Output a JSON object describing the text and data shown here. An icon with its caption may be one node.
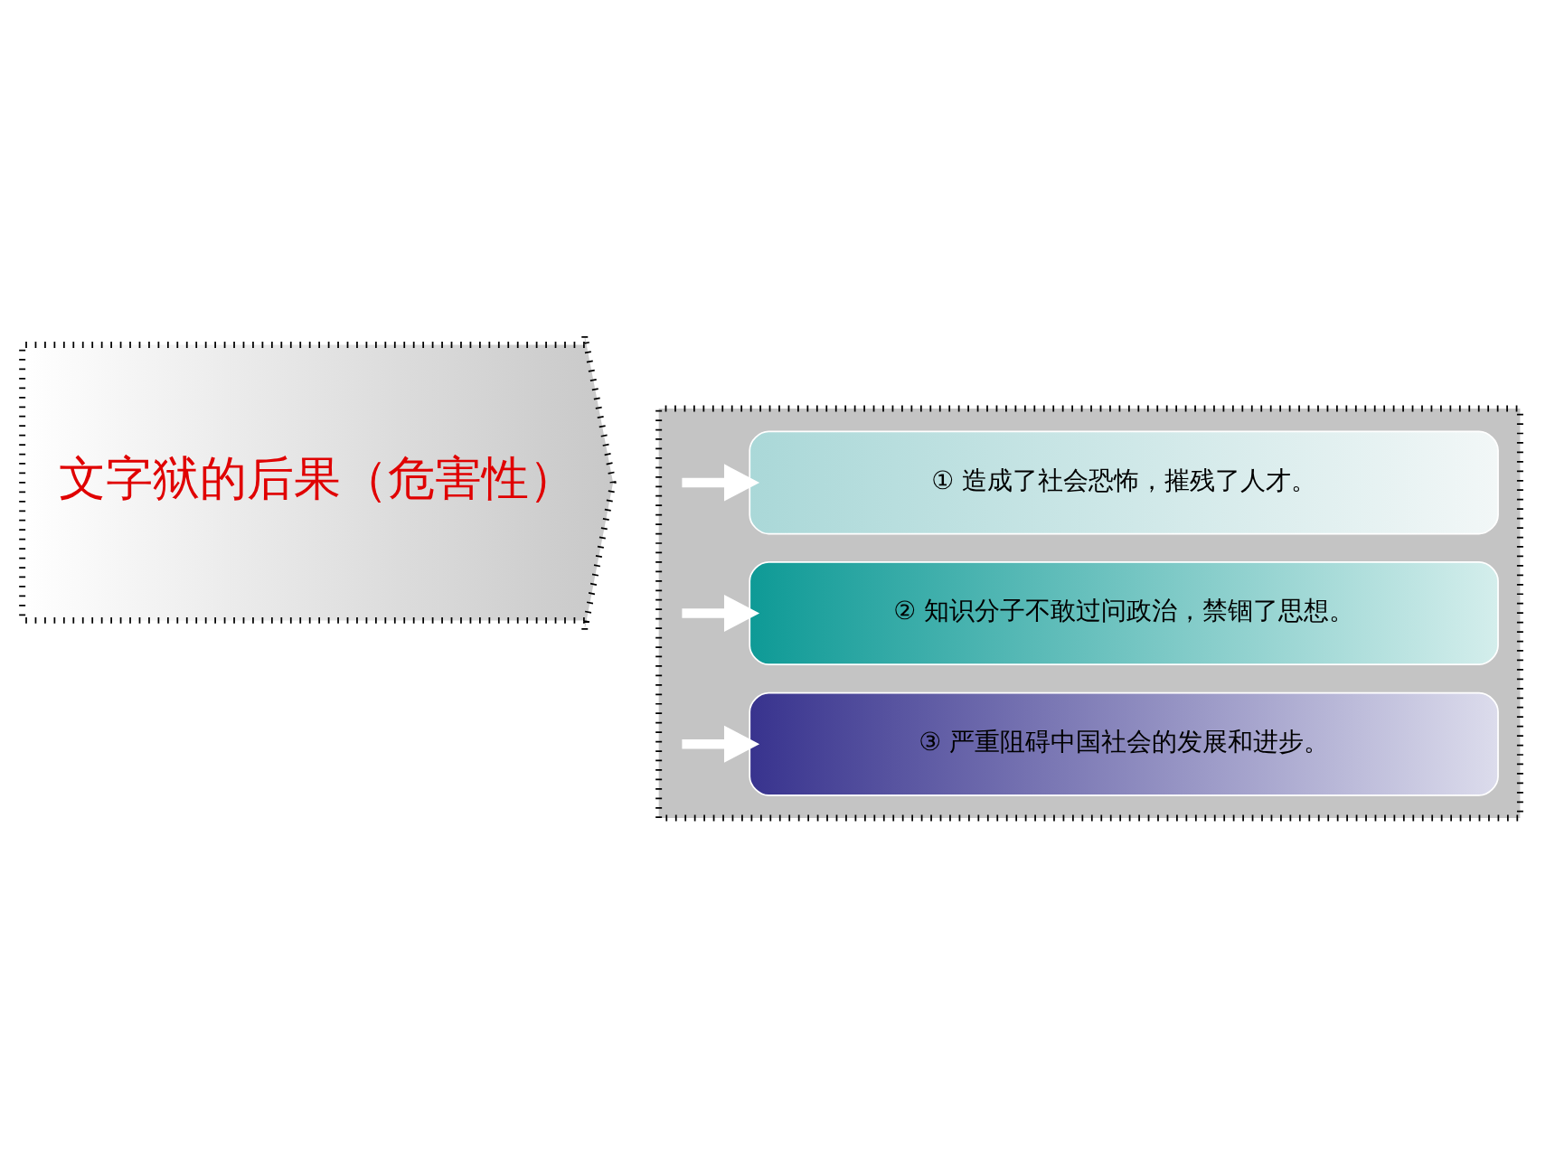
{
  "diagram": {
    "nodes": [
      {
        "text": [
          "文字狱的后果（危害性）"
        ]
      },
      {
        "text": [],
        "shape": "box"
      },
      {
        "text": [
          "① 造成了社会恐怖，摧残了人才。"
        ],
        "in": 1
      },
      {
        "text": [
          "② 知识分子不敢过问政治，禁锢了思想。"
        ],
        "in": 1
      },
      {
        "text": [
          "③ 严重阻碍中国社会的发展和进步。"
        ],
        "in": 1
      }
    ],
    "edges": [
      {
        "from": null,
        "to": 2,
        "arrow": "to",
        "color": "#ffffff"
      },
      {
        "from": null,
        "to": 3,
        "arrow": "to",
        "color": "#ffffff"
      },
      {
        "from": null,
        "to": 4,
        "arrow": "to",
        "color": "#ffffff"
      }
    ]
  }
}
